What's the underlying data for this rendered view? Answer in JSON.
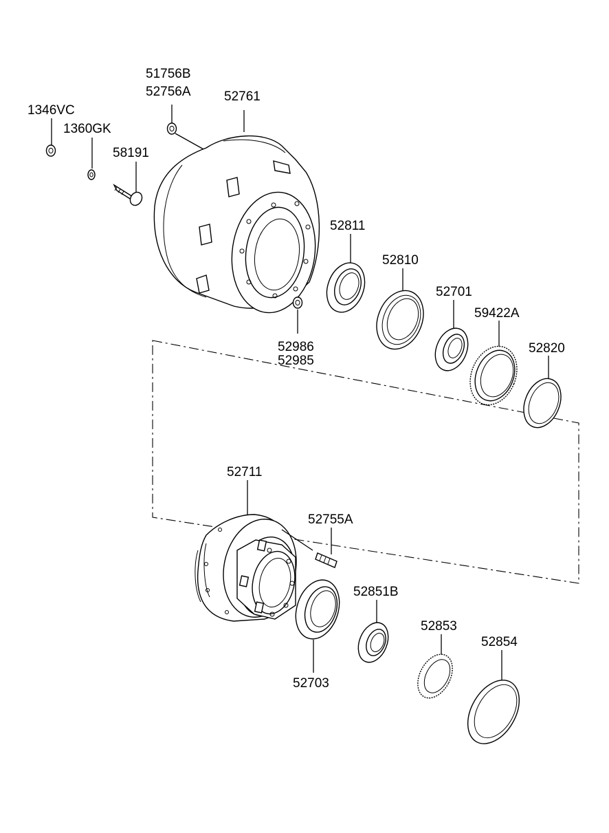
{
  "parts": {
    "p1346vc": "1346VC",
    "p1360gk": "1360GK",
    "p58191": "58191",
    "p51756b": "51756B",
    "p52756a": "52756A",
    "p52761": "52761",
    "p52811": "52811",
    "p52810": "52810",
    "p52701": "52701",
    "p59422a": "59422A",
    "p52820": "52820",
    "p52986": "52986",
    "p52985": "52985",
    "p52711": "52711",
    "p52755a": "52755A",
    "p52851b": "52851B",
    "p52853": "52853",
    "p52854": "52854",
    "p52703": "52703"
  }
}
